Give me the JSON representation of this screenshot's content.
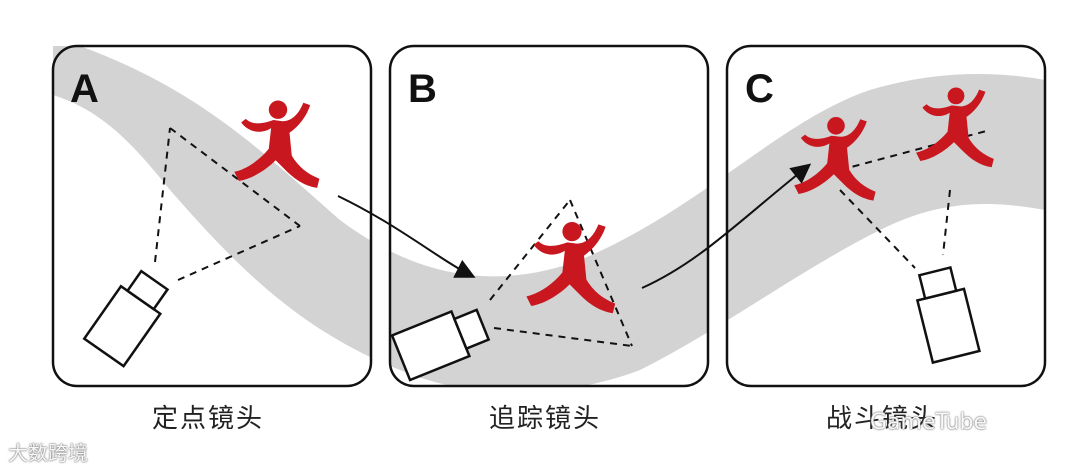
{
  "panels": [
    {
      "letter": "A",
      "caption": "定点镜头"
    },
    {
      "letter": "B",
      "caption": "追踪镜头"
    },
    {
      "letter": "C",
      "caption": "战斗镜头"
    }
  ],
  "watermarks": {
    "left": "大数跨境",
    "right": "GameTube"
  },
  "colors": {
    "path": "#d3d3d3",
    "figure": "#c8171e",
    "outline": "#111111"
  }
}
